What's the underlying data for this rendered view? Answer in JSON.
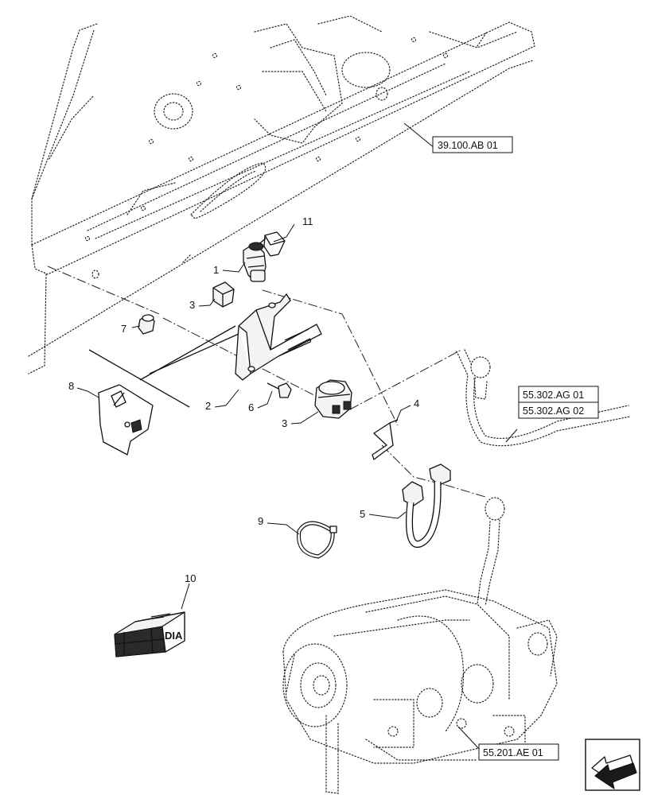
{
  "callouts": [
    {
      "id": "c1",
      "text": "1"
    },
    {
      "id": "c2",
      "text": "2"
    },
    {
      "id": "c3a",
      "text": "3"
    },
    {
      "id": "c3b",
      "text": "3"
    },
    {
      "id": "c4",
      "text": "4"
    },
    {
      "id": "c5",
      "text": "5"
    },
    {
      "id": "c6",
      "text": "6"
    },
    {
      "id": "c7",
      "text": "7"
    },
    {
      "id": "c8",
      "text": "8"
    },
    {
      "id": "c9",
      "text": "9"
    },
    {
      "id": "c10",
      "text": "10"
    },
    {
      "id": "c11",
      "text": "11"
    }
  ],
  "references": {
    "frame": "39.100.AB 01",
    "harness_1": "55.302.AG 01",
    "harness_2": "55.302.AG 02",
    "starter": "55.201.AE 01"
  },
  "kit_box_label": "DIA",
  "nav": {
    "arrow_icon": "next-page-arrow-icon"
  }
}
